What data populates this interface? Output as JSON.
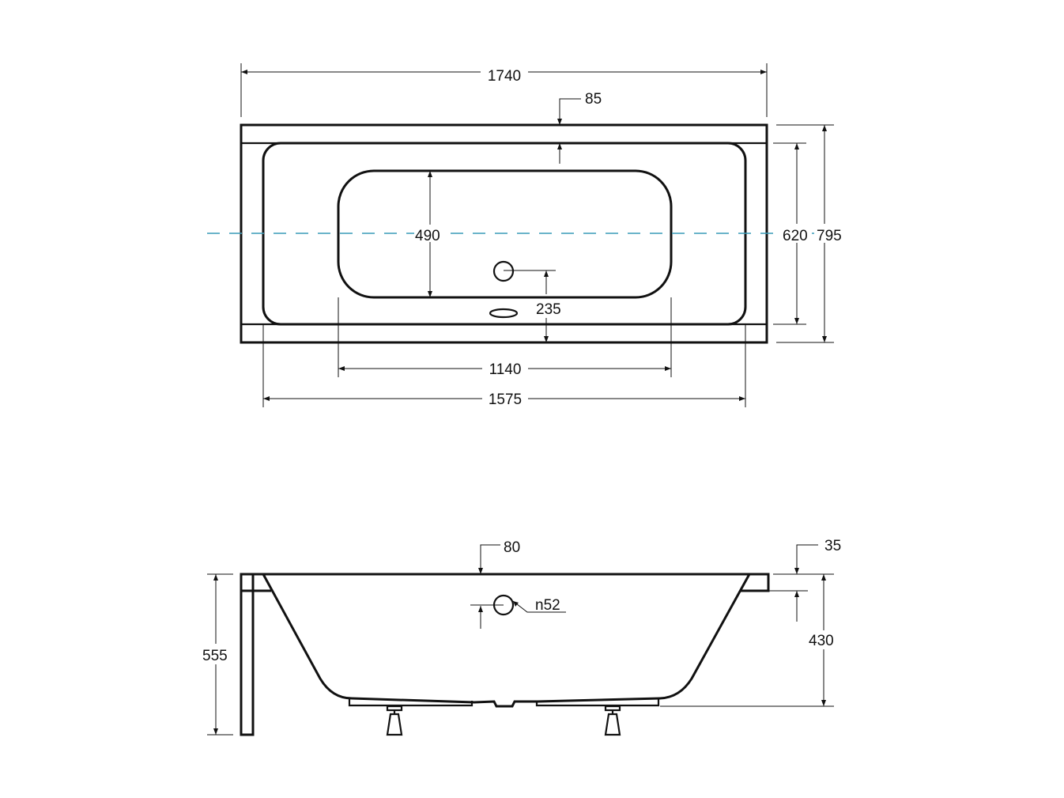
{
  "drawing": {
    "type": "bathtub technical drawing",
    "units": "mm",
    "colors": {
      "line": "#111111",
      "centerline": "#3a9bb8",
      "background": "#ffffff"
    }
  },
  "top_view": {
    "dimensions": {
      "overall_length": "1740",
      "rim_width": "85",
      "overall_width": "795",
      "inner_width": "620",
      "basin_width": "490",
      "drain_offset": "235",
      "basin_length": "1140",
      "inner_length": "1575"
    }
  },
  "side_view": {
    "dimensions": {
      "rim_thickness": "80",
      "overflow_offset": "35",
      "overflow_diameter": "n52",
      "overall_height": "555",
      "depth": "430"
    }
  }
}
